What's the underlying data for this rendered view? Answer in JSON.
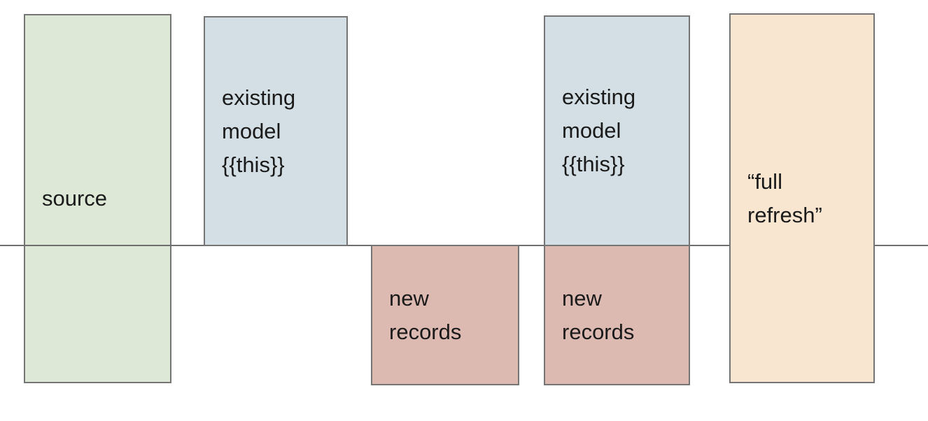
{
  "diagram": {
    "background": "#ffffff",
    "timeline_color": "#6e6e6e",
    "border_color": "#757575",
    "text_color": "#1a1a1a",
    "boxes": [
      {
        "id": "source",
        "label": "source",
        "fill": "#dde8d7"
      },
      {
        "id": "existing-model-1",
        "label": "existing\nmodel\n{{this}}",
        "fill": "#d3dfe4"
      },
      {
        "id": "new-records-1",
        "label": "new\nrecords",
        "fill": "#dcb9b1"
      },
      {
        "id": "existing-model-2",
        "label": "existing\nmodel\n{{this}}",
        "fill": "#d3dfe4"
      },
      {
        "id": "new-records-2",
        "label": "new\nrecords",
        "fill": "#dcb9b1"
      },
      {
        "id": "full-refresh",
        "label": "“full\nrefresh”",
        "fill": "#f8e6d1"
      }
    ]
  }
}
